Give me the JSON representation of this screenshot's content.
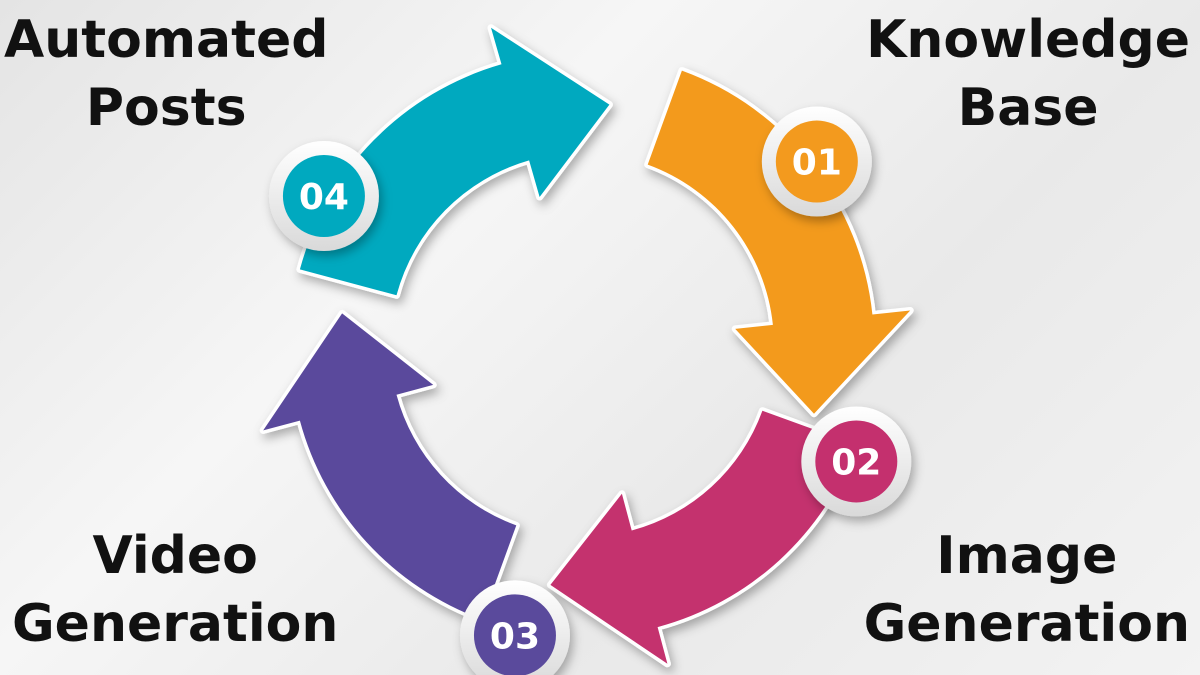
{
  "steps": [
    {
      "number": "01",
      "title_line1": "Knowledge",
      "title_line2": "Base",
      "color": "#f39a1e"
    },
    {
      "number": "02",
      "title_line1": "Image",
      "title_line2": "Generation",
      "color": "#c4306e"
    },
    {
      "number": "03",
      "title_line1": "Video",
      "title_line2": "Generation",
      "color": "#5a4a9c"
    },
    {
      "number": "04",
      "title_line1": "Automated",
      "title_line2": "Posts",
      "color": "#00a9bf"
    }
  ],
  "colors": {
    "background": "#ededed",
    "text": "#111111",
    "badge_ring": "#f2f2f2"
  }
}
